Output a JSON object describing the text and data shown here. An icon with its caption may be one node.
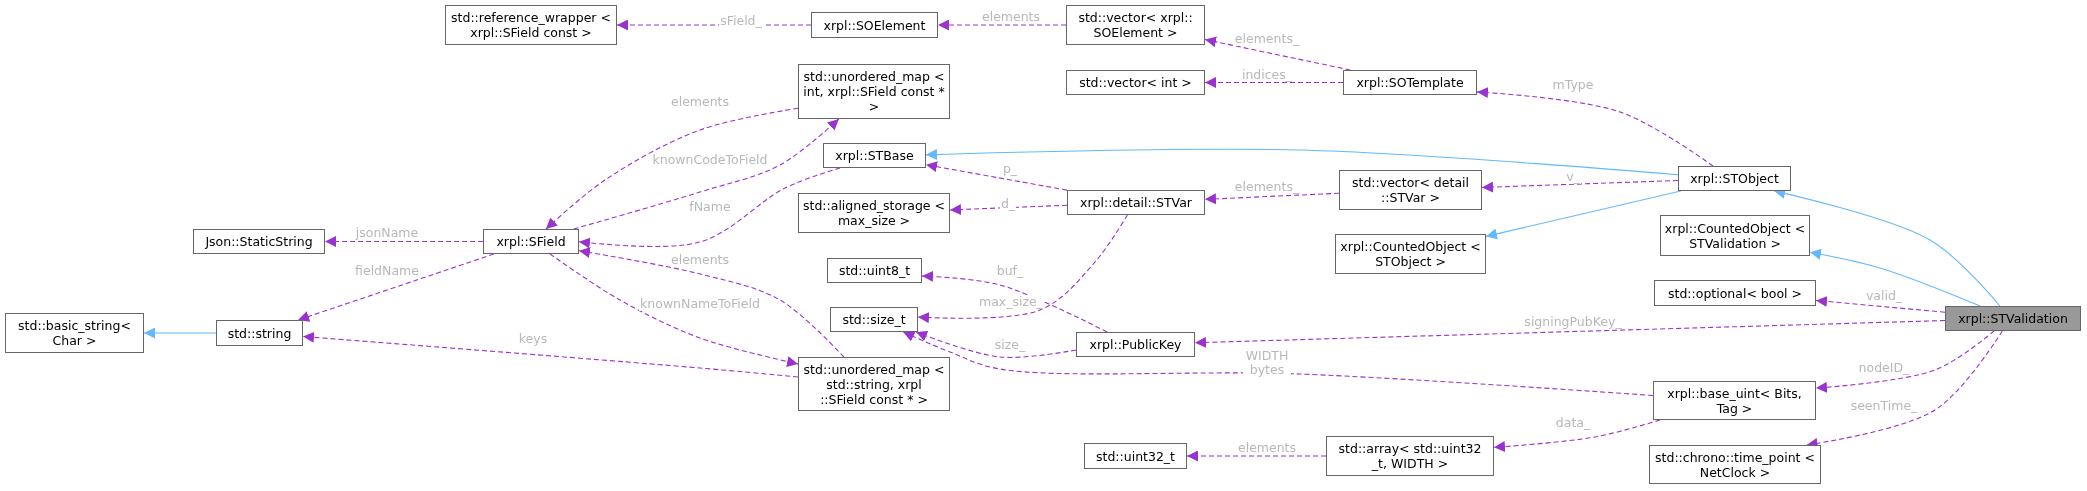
{
  "diagram": {
    "nodes": [
      {
        "text": [
          "std::reference_wrapper < xrpl::SField const >"
        ]
      },
      {
        "text": [
          "xrpl::SOElement"
        ]
      },
      {
        "text": [
          "std::vector< xrpl:: SOElement >"
        ]
      },
      {
        "text": [
          "std::unordered_map < int, xrpl::SField const * >"
        ]
      },
      {
        "text": [
          "std::vector< int >"
        ]
      },
      {
        "text": [
          "xrpl::SOTemplate"
        ]
      },
      {
        "text": [
          "xrpl::STBase"
        ]
      },
      {
        "text": [
          "Json::StaticString"
        ]
      },
      {
        "text": [
          "xrpl::SField"
        ]
      },
      {
        "text": [
          "std::aligned_storage < max_size >"
        ]
      },
      {
        "text": [
          "xrpl::detail::STVar"
        ]
      },
      {
        "text": [
          "std::vector< detail ::STVar >"
        ]
      },
      {
        "text": [
          "xrpl::STObject"
        ]
      },
      {
        "text": [
          "xrpl::CountedObject < STValidation >"
        ]
      },
      {
        "text": [
          "xrpl::CountedObject < STObject >"
        ]
      },
      {
        "text": [
          "std::uint8_t"
        ]
      },
      {
        "text": [
          "std::optional< bool >"
        ]
      },
      {
        "text": [
          "std::basic_string< Char >"
        ]
      },
      {
        "text": [
          "std::string"
        ]
      },
      {
        "text": [
          "std::size_t"
        ]
      },
      {
        "text": [
          "xrpl::PublicKey"
        ]
      },
      {
        "text": [
          "xrpl::STValidation"
        ]
      },
      {
        "text": [
          "std::unordered_map < std::string, xrpl ::SField const * >"
        ]
      },
      {
        "text": [
          "xrpl::base_uint< Bits, Tag >"
        ]
      },
      {
        "text": [
          "std::uint32_t"
        ]
      },
      {
        "text": [
          "std::array< std::uint32 _t, WIDTH >"
        ]
      },
      {
        "text": [
          "std::chrono::time_point < NetClock >"
        ]
      }
    ],
    "edges": [
      {
        "from": 1,
        "to": 0,
        "arrow": "to",
        "label": "sField_",
        "style": "dashed"
      },
      {
        "from": 2,
        "to": 1,
        "arrow": "to",
        "label": "elements",
        "style": "dashed"
      },
      {
        "from": 5,
        "to": 2,
        "arrow": "to",
        "label": "elements_",
        "style": "dashed"
      },
      {
        "from": 5,
        "to": 4,
        "arrow": "to",
        "label": "indices_",
        "style": "dashed"
      },
      {
        "from": 12,
        "to": 5,
        "arrow": "to",
        "label": "mType",
        "style": "dashed"
      },
      {
        "from": 3,
        "to": 8,
        "arrow": "to",
        "label": "elements",
        "style": "dashed"
      },
      {
        "from": 8,
        "to": 3,
        "arrow": "to",
        "label": "knownCodeToField",
        "style": "dashed"
      },
      {
        "from": 6,
        "to": 8,
        "arrow": "to",
        "label": "fName",
        "style": "dashed"
      },
      {
        "from": 22,
        "to": 8,
        "arrow": "to",
        "label": "elements",
        "style": "dashed"
      },
      {
        "from": 8,
        "to": 7,
        "arrow": "to",
        "label": "jsonName",
        "style": "dashed"
      },
      {
        "from": 8,
        "to": 18,
        "arrow": "to",
        "label": "fieldName",
        "style": "dashed"
      },
      {
        "from": 8,
        "to": 22,
        "arrow": "to",
        "label": "knownNameToField",
        "style": "dashed"
      },
      {
        "from": 22,
        "to": 18,
        "arrow": "to",
        "label": "keys",
        "style": "dashed"
      },
      {
        "from": 18,
        "to": 17,
        "arrow": "to",
        "color": "#63b8ff"
      },
      {
        "from": 12,
        "to": 6,
        "arrow": "to",
        "color": "#63b8ff"
      },
      {
        "from": 10,
        "to": 6,
        "arrow": "to",
        "label": "p_",
        "style": "dashed"
      },
      {
        "from": 10,
        "to": 9,
        "arrow": "to",
        "label": "d_",
        "style": "dashed"
      },
      {
        "from": 11,
        "to": 10,
        "arrow": "to",
        "label": "elements_",
        "style": "dashed"
      },
      {
        "from": 12,
        "to": 11,
        "arrow": "to",
        "label": "v_",
        "style": "dashed"
      },
      {
        "from": 12,
        "to": 14,
        "arrow": "to",
        "color": "#63b8ff"
      },
      {
        "from": 21,
        "to": 12,
        "arrow": "to",
        "color": "#63b8ff"
      },
      {
        "from": 21,
        "to": 13,
        "arrow": "to",
        "color": "#63b8ff"
      },
      {
        "from": 10,
        "to": 19,
        "arrow": "to",
        "label": "max_size_",
        "style": "dashed"
      },
      {
        "from": 20,
        "to": 15,
        "arrow": "to",
        "label": "buf_",
        "style": "dashed"
      },
      {
        "from": 20,
        "to": 19,
        "arrow": "to",
        "label": "size_",
        "style": "dashed"
      },
      {
        "from": 23,
        "to": 19,
        "arrow": "to",
        "label": "WIDTH bytes",
        "style": "dashed"
      },
      {
        "from": 21,
        "to": 16,
        "arrow": "to",
        "label": "valid_",
        "style": "dashed"
      },
      {
        "from": 21,
        "to": 20,
        "arrow": "to",
        "label": "signingPubKey_",
        "style": "dashed"
      },
      {
        "from": 21,
        "to": 23,
        "arrow": "to",
        "label": "nodeID_",
        "style": "dashed"
      },
      {
        "from": 21,
        "to": 26,
        "arrow": "to",
        "label": "seenTime_",
        "style": "dashed"
      },
      {
        "from": 25,
        "to": 24,
        "arrow": "to",
        "label": "elements",
        "style": "dashed"
      },
      {
        "from": 23,
        "to": 25,
        "arrow": "to",
        "label": "data_",
        "style": "dashed"
      }
    ]
  }
}
